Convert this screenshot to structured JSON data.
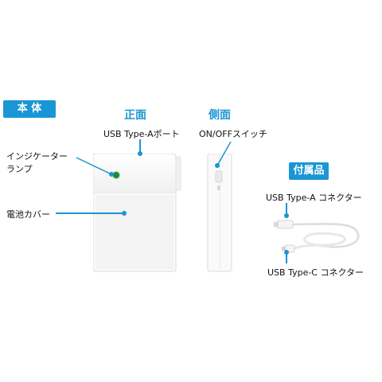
{
  "badges": {
    "main_body": "本 体",
    "accessories": "付属品"
  },
  "views": {
    "front": "正面",
    "side": "側面"
  },
  "labels": {
    "indicator_line1": "インジケーター",
    "indicator_line2": "ランプ",
    "battery_cover": "電池カバー",
    "usb_a_port": "USB Type-Aポート",
    "on_off_switch": "ON/OFFスイッチ",
    "usb_a_connector": "USB Type-A コネクター",
    "usb_c_connector": "USB Type-C コネクター"
  },
  "colors": {
    "accent": "#1a96d4",
    "indicator_lamp": "#1f8a3a",
    "device_body": "#f7f7f7"
  }
}
